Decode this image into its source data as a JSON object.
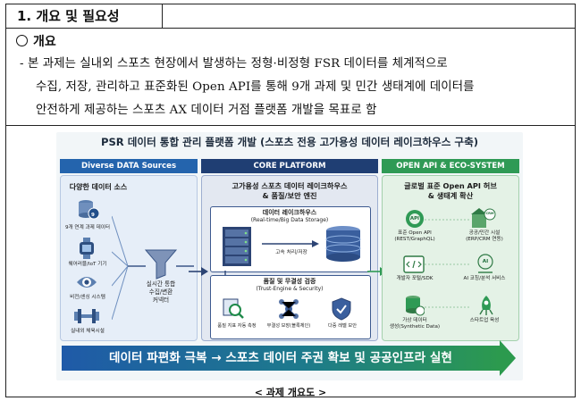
{
  "section": {
    "title": "1. 개요 및 필요성"
  },
  "overview": {
    "label": "개요",
    "line1": "- 본 과제는 실내외 스포츠 현장에서 발생하는 정형·비정형 FSR 데이터를 체계적으로",
    "line2": "수집, 저장, 관리하고 표준화된 Open API를 통해 9개 과제 및 민간 생태계에 데이터를",
    "line3": "안전하게 제공하는 스포츠 AX 데이터 거점 플랫폼 개발을 목표로 함"
  },
  "figure": {
    "title": "PSR 데이터 통합 관리 플랫폼 개발 (스포츠 전용 고가용성 데이터 레이크하우스 구축)",
    "left": {
      "header": "Diverse DATA Sources",
      "title": "다양한 데이터 소스",
      "items": [
        "9개 연계 과제 데이터",
        "웨어러블/IoT 기기",
        "비전/센싱 시스템",
        "실내외 체육시설"
      ],
      "funnel_label": [
        "실시간 통합",
        "수집/변환",
        "커넥터"
      ],
      "badge": "9"
    },
    "center": {
      "header": "CORE PLATFORM",
      "title1": "고가용성 스포츠 데이터 레이크하우스",
      "title2": "& 품질/보안 엔진",
      "lake_title": "데이터 레이크하우스",
      "lake_sub": "(Real-time/Big Data Storage)",
      "process_label": "고속 처리/저장",
      "quality_title": "품질 및 무결성 검증",
      "quality_sub": "(Trust-Engine & Security)",
      "quality_items": [
        "품질 지표 자동 측정",
        "무결성 보장(블록체인)",
        "다중 레벨 보안"
      ]
    },
    "right": {
      "header": "OPEN API & ECO-SYSTEM",
      "title1": "글로벌 표준 Open API 허브",
      "title2": "& 생태계 확산",
      "api_badge": "API",
      "crm_badge": "CRM",
      "ai_badge": "AI",
      "items": [
        [
          "표준 Open API",
          "(REST/GraphQL)"
        ],
        [
          "공공/민간 시설",
          "(ERP/CRM 연동)"
        ],
        [
          "개발자 포털/SDK"
        ],
        [
          "AI 코칭/분석 서비스"
        ],
        [
          "가상 데이터",
          "생성(Synthetic Data)"
        ],
        [
          "스타트업 육성"
        ]
      ]
    },
    "bottom": "데이터 파편화 극복 → 스포츠 데이터 주권 확보 및 공공인프라 실현"
  },
  "caption": "< 과제 개요도 >",
  "colors": {
    "blue": "#2464ad",
    "navy": "#1f3e73",
    "green": "#2f9a55"
  }
}
